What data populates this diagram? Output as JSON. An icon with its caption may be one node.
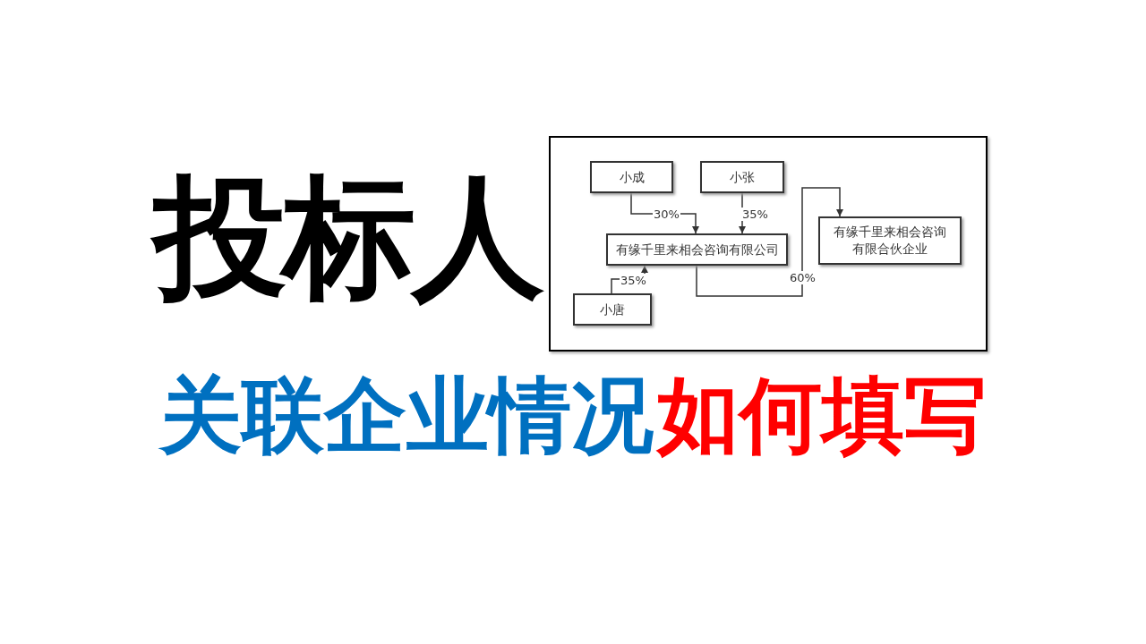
{
  "diagram": {
    "title": "投标人",
    "nodes": [
      {
        "text": [
          "小成"
        ]
      },
      {
        "text": [
          "小张"
        ]
      },
      {
        "text": [
          "有缘千里来相会咨询有限公司"
        ]
      },
      {
        "text": [
          "有缘千里来相会咨询有限合伙企业"
        ]
      },
      {
        "text": [
          "小唐"
        ]
      }
    ],
    "edges": [
      {
        "from": 0,
        "to": 2,
        "arrow": "to",
        "label": "30%"
      },
      {
        "from": 1,
        "to": 2,
        "arrow": "to",
        "label": "35%"
      },
      {
        "from": 4,
        "to": 2,
        "arrow": "to",
        "label": "35%"
      },
      {
        "from": 2,
        "to": 3,
        "arrow": "to",
        "label": "60%"
      }
    ],
    "labels": [
      "关联企业情况",
      "如何填写"
    ]
  }
}
